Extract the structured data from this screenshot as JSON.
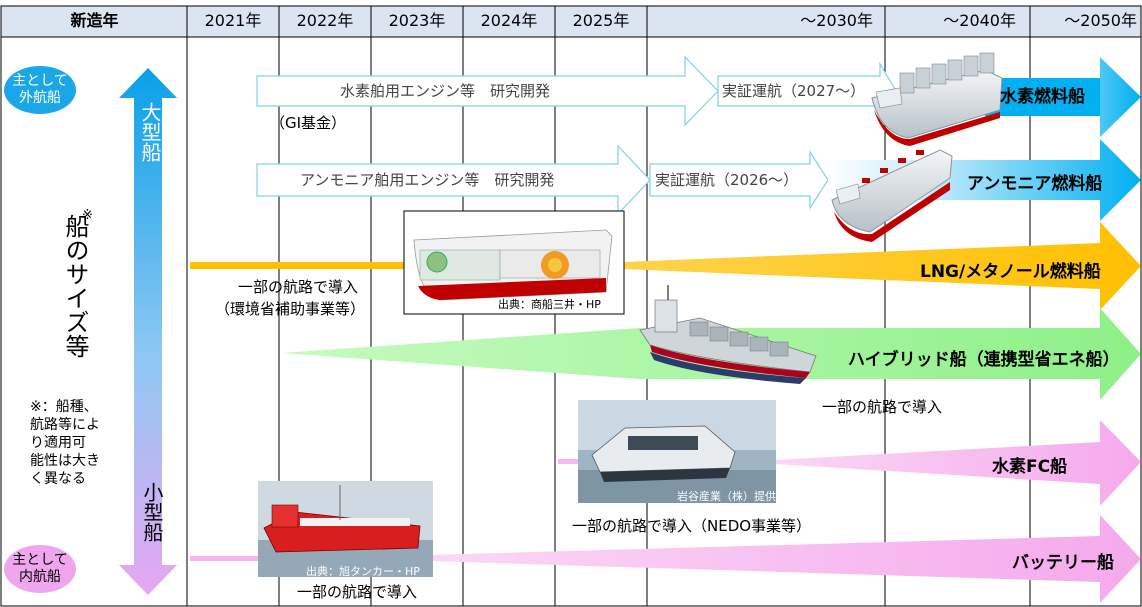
{
  "header": {
    "first": "新造年",
    "years": [
      "2021年",
      "2022年",
      "2023年",
      "2024年",
      "2025年",
      "～2030年",
      "～2040年",
      "～2050年"
    ]
  },
  "left": {
    "top_ellipse": [
      "主として",
      "外航船"
    ],
    "bottom_ellipse": [
      "主として",
      "内航船"
    ],
    "large_ship": "大型船",
    "small_ship": "小型船",
    "size_label": "船のサイズ等",
    "size_mark": "※",
    "note": [
      "※：船種、",
      "航路等によ",
      "り適用可",
      "能性は大き",
      "く異なる"
    ]
  },
  "rows": {
    "hydrogen": {
      "rd": "水素舶用エンジン等　研究開発",
      "fund": "（GI基金）",
      "demo": "実証運航（2027～）",
      "title": "水素燃料船"
    },
    "ammonia": {
      "rd": "アンモニア舶用エンジン等　研究開発",
      "demo": "実証運航（2026～）",
      "title": "アンモニア燃料船"
    },
    "lng": {
      "note1": "一部の航路で導入",
      "note2": "（環境省補助事業等）",
      "credit": "出典：商船三井・HP",
      "title": "LNG/メタノール燃料船"
    },
    "hybrid": {
      "note": "一部の航路で導入",
      "title": "ハイブリッド船（連携型省エネ船）"
    },
    "fc": {
      "credit": "岩谷産業（株）提供",
      "note": "一部の航路で導入（NEDO事業等）",
      "title": "水素FC船"
    },
    "battery": {
      "credit": "出典：旭タンカー・HP",
      "note": "一部の航路で導入",
      "title": "バッテリー船"
    }
  },
  "colors": {
    "header_bg": "#dbe5f1",
    "hydrogen": "#00b0f0",
    "ammonia": "#2fb7e8",
    "lng": "#ffc000",
    "hybrid": "#a6f5a0",
    "fc": "#f7b6ef",
    "battery": "#f7b6ef",
    "large_arrow": "#1aa6e8",
    "small_arrow": "#e4a3f0"
  }
}
